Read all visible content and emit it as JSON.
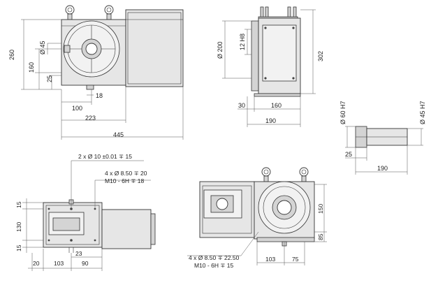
{
  "front_view": {
    "labels": [
      "Ø 45",
      "260",
      "160",
      "25",
      "18",
      "100",
      "223",
      "445"
    ]
  },
  "side_view": {
    "labels": [
      "Ø 200",
      "12 H8",
      "302",
      "30",
      "160",
      "190"
    ]
  },
  "spindle_view": {
    "labels": [
      "Ø 60 H7",
      "Ø 45 H7",
      "25",
      "190"
    ]
  },
  "top_view": {
    "notes": [
      "2 x Ø 10 ±0.01 ∓ 15",
      "4 x Ø 8.50 ∓ 20",
      "M10 - 6H ∓ 18"
    ],
    "labels": [
      "15",
      "130",
      "15",
      "23",
      "20",
      "103",
      "90"
    ]
  },
  "rear_view": {
    "notes": [
      "4 x Ø 8.50 ∓ 22.50",
      "M10 - 6H ∓ 15"
    ],
    "labels": [
      "150",
      "85",
      "103",
      "75"
    ]
  }
}
